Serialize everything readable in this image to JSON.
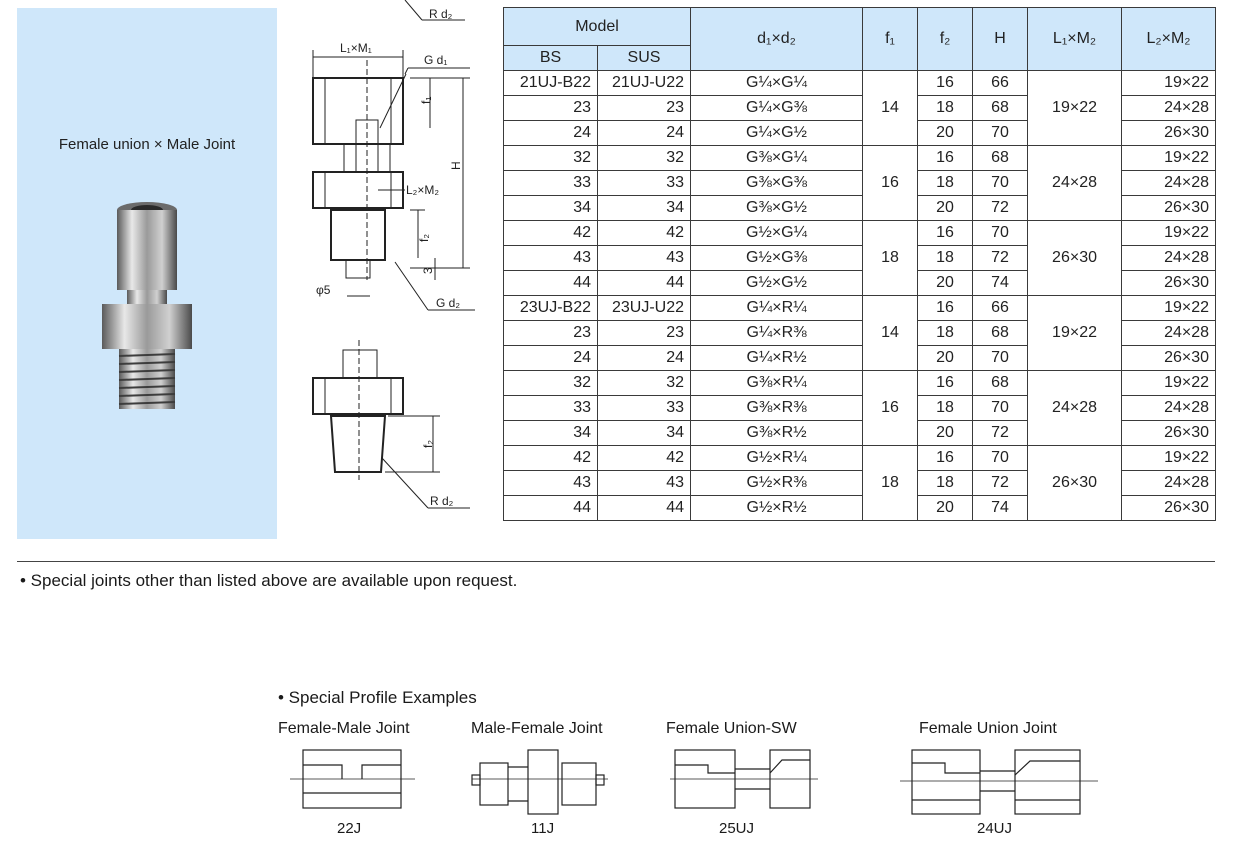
{
  "panel": {
    "title": "Female union × Male Joint"
  },
  "drawing": {
    "top_rd2": "R d₂",
    "l1m1": "L₁×M₁",
    "gd1": "G d₁",
    "f1": "f₁",
    "h": "H",
    "l2m2": "L₂×M₂",
    "f2": "f₂",
    "three": "3",
    "phi5": "φ5",
    "gd2": "G d₂",
    "f2b": "f₂",
    "rd2": "R d₂"
  },
  "table": {
    "model_header": "Model",
    "bs_header": "BS",
    "sus_header": "SUS",
    "d_header": "d₁×d₂",
    "f1_header": "f₁",
    "f2_header": "f₂",
    "h_header": "H",
    "l1m2_header": "L₁×M₂",
    "l2m2_header": "L₂×M₂",
    "rows": [
      {
        "bs": "21UJ-B22",
        "sus": "21UJ-U22",
        "d": "G¼×G¼",
        "f2": "16",
        "h": "66",
        "l2m2": "19×22"
      },
      {
        "bs": "23",
        "sus": "23",
        "d": "G¼×G⅜",
        "f2": "18",
        "h": "68",
        "l2m2": "24×28"
      },
      {
        "bs": "24",
        "sus": "24",
        "d": "G¼×G½",
        "f2": "20",
        "h": "70",
        "l2m2": "26×30"
      },
      {
        "bs": "32",
        "sus": "32",
        "d": "G⅜×G¼",
        "f2": "16",
        "h": "68",
        "l2m2": "19×22"
      },
      {
        "bs": "33",
        "sus": "33",
        "d": "G⅜×G⅜",
        "f2": "18",
        "h": "70",
        "l2m2": "24×28"
      },
      {
        "bs": "34",
        "sus": "34",
        "d": "G⅜×G½",
        "f2": "20",
        "h": "72",
        "l2m2": "26×30"
      },
      {
        "bs": "42",
        "sus": "42",
        "d": "G½×G¼",
        "f2": "16",
        "h": "70",
        "l2m2": "19×22"
      },
      {
        "bs": "43",
        "sus": "43",
        "d": "G½×G⅜",
        "f2": "18",
        "h": "72",
        "l2m2": "24×28"
      },
      {
        "bs": "44",
        "sus": "44",
        "d": "G½×G½",
        "f2": "20",
        "h": "74",
        "l2m2": "26×30"
      },
      {
        "bs": "23UJ-B22",
        "sus": "23UJ-U22",
        "d": "G¼×R¼",
        "f2": "16",
        "h": "66",
        "l2m2": "19×22"
      },
      {
        "bs": "23",
        "sus": "23",
        "d": "G¼×R⅜",
        "f2": "18",
        "h": "68",
        "l2m2": "24×28"
      },
      {
        "bs": "24",
        "sus": "24",
        "d": "G¼×R½",
        "f2": "20",
        "h": "70",
        "l2m2": "26×30"
      },
      {
        "bs": "32",
        "sus": "32",
        "d": "G⅜×R¼",
        "f2": "16",
        "h": "68",
        "l2m2": "19×22"
      },
      {
        "bs": "33",
        "sus": "33",
        "d": "G⅜×R⅜",
        "f2": "18",
        "h": "70",
        "l2m2": "24×28"
      },
      {
        "bs": "34",
        "sus": "34",
        "d": "G⅜×R½",
        "f2": "20",
        "h": "72",
        "l2m2": "26×30"
      },
      {
        "bs": "42",
        "sus": "42",
        "d": "G½×R¼",
        "f2": "16",
        "h": "70",
        "l2m2": "19×22"
      },
      {
        "bs": "43",
        "sus": "43",
        "d": "G½×R⅜",
        "f2": "18",
        "h": "72",
        "l2m2": "24×28"
      },
      {
        "bs": "44",
        "sus": "44",
        "d": "G½×R½",
        "f2": "20",
        "h": "74",
        "l2m2": "26×30"
      }
    ],
    "groups": [
      {
        "f1": "14",
        "l1m2": "19×22"
      },
      {
        "f1": "16",
        "l1m2": "24×28"
      },
      {
        "f1": "18",
        "l1m2": "26×30"
      },
      {
        "f1": "14",
        "l1m2": "19×22"
      },
      {
        "f1": "16",
        "l1m2": "24×28"
      },
      {
        "f1": "18",
        "l1m2": "26×30"
      }
    ]
  },
  "note": "• Special joints other than listed above are available upon request.",
  "examples": {
    "title": "• Special Profile Examples",
    "items": [
      {
        "label": "Female-Male Joint",
        "code": "22J"
      },
      {
        "label": "Male-Female Joint",
        "code": "11J"
      },
      {
        "label": "Female Union-SW",
        "code": "25UJ"
      },
      {
        "label": "Female Union Joint",
        "code": "24UJ"
      }
    ]
  },
  "colors": {
    "header_fill": "#cfe7fa",
    "panel_fill": "#cfe7fa",
    "line": "#3a3a3a"
  }
}
